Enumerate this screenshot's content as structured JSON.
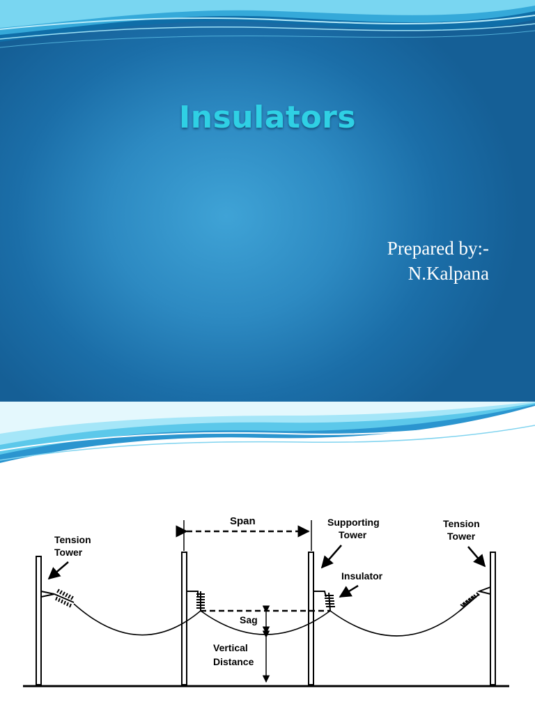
{
  "slide1": {
    "title": "Insulators",
    "prepared_label": "Prepared by:-",
    "author": "N.Kalpana"
  },
  "slide2": {
    "diagram": {
      "labels": {
        "span": "Span",
        "supporting_tower_line1": "Supporting",
        "supporting_tower_line2": "Tower",
        "tension_tower_left_line1": "Tension",
        "tension_tower_left_line2": "Tower",
        "tension_tower_right_line1": "Tension",
        "tension_tower_right_line2": "Tower",
        "insulator": "Insulator",
        "sag": "Sag",
        "vertical_distance_line1": "Vertical",
        "vertical_distance_line2": "Distance"
      }
    }
  },
  "colors": {
    "slide_bg_center": "#3fa3d6",
    "slide_bg_edge": "#155f96",
    "title": "#2fd0e4",
    "wave_light": "#5cc8ea",
    "diagram_ink": "#000000"
  }
}
